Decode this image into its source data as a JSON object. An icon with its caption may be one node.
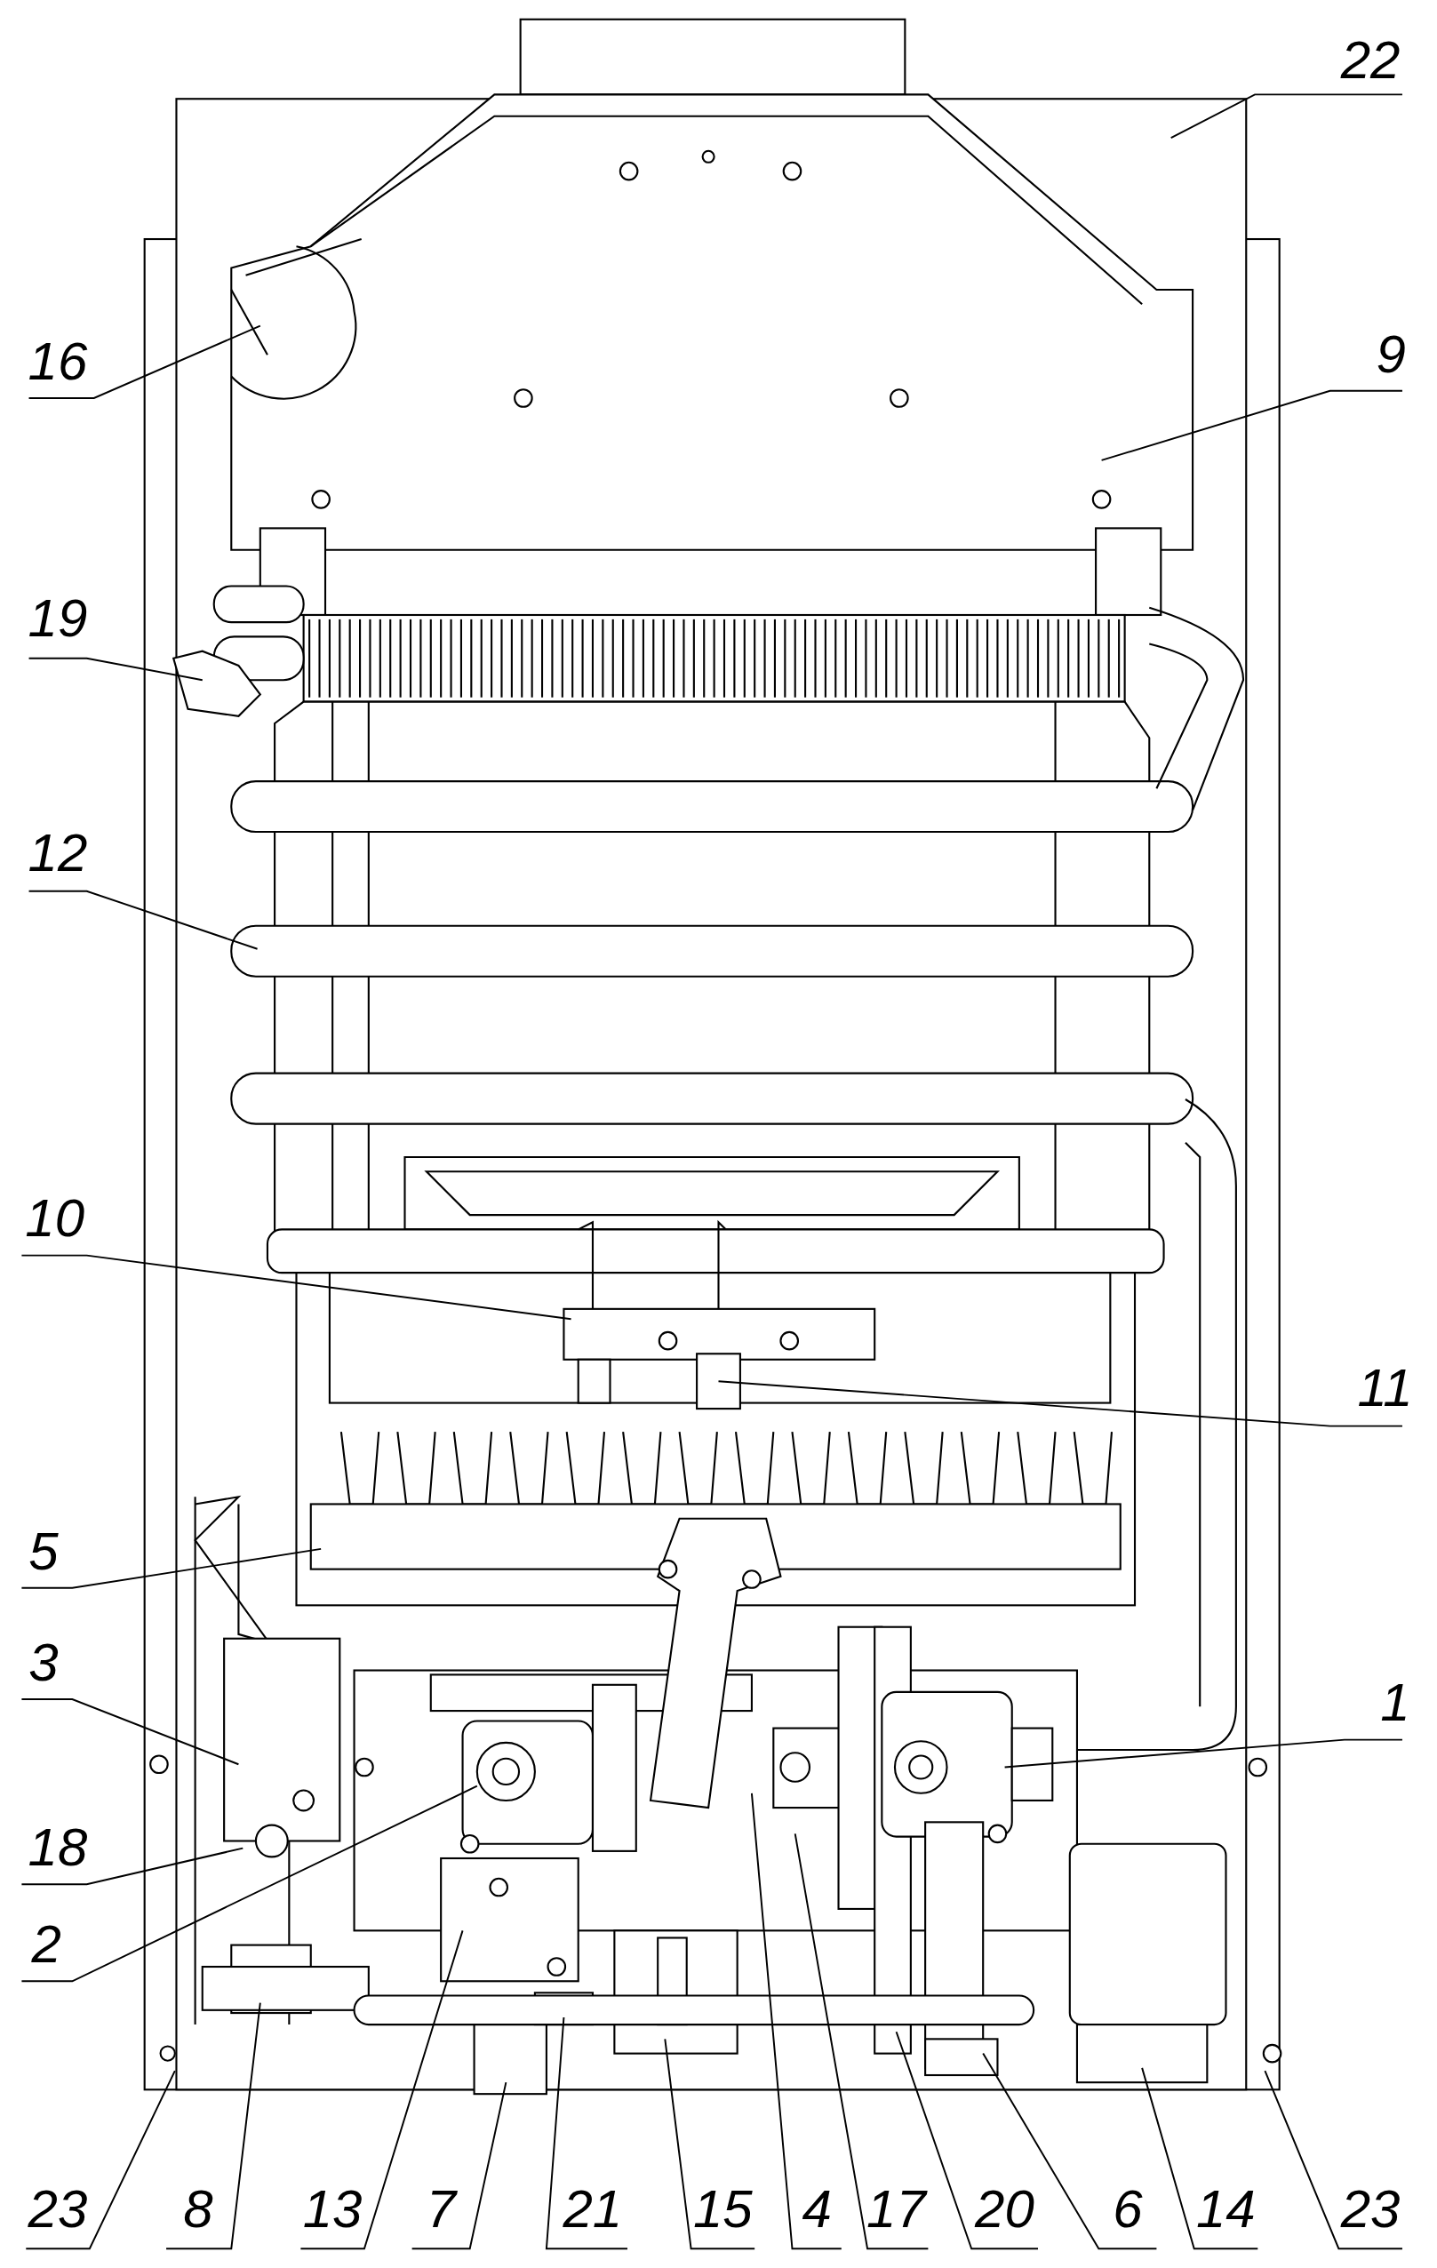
{
  "diagram": {
    "nodes": [
      {
        "text": [
          "22"
        ]
      },
      {
        "text": [
          "9"
        ]
      },
      {
        "text": [
          "16"
        ]
      },
      {
        "text": [
          "19"
        ]
      },
      {
        "text": [
          "12"
        ]
      },
      {
        "text": [
          "10"
        ]
      },
      {
        "text": [
          "11"
        ]
      },
      {
        "text": [
          "5"
        ]
      },
      {
        "text": [
          "3"
        ]
      },
      {
        "text": [
          "1"
        ]
      },
      {
        "text": [
          "18"
        ]
      },
      {
        "text": [
          "2"
        ]
      },
      {
        "text": [
          "23"
        ]
      },
      {
        "text": [
          "8"
        ]
      },
      {
        "text": [
          "13"
        ]
      },
      {
        "text": [
          "7"
        ]
      },
      {
        "text": [
          "21"
        ]
      },
      {
        "text": [
          "15"
        ]
      },
      {
        "text": [
          "4"
        ]
      },
      {
        "text": [
          "17"
        ]
      },
      {
        "text": [
          "20"
        ]
      },
      {
        "text": [
          "6"
        ]
      },
      {
        "text": [
          "14"
        ]
      },
      {
        "text": [
          "23"
        ]
      }
    ],
    "edges": [
      {
        "from": 0,
        "to": null,
        "arrow": "none"
      },
      {
        "from": 1,
        "to": null,
        "arrow": "none"
      },
      {
        "from": 2,
        "to": null,
        "arrow": "none"
      },
      {
        "from": 3,
        "to": null,
        "arrow": "none"
      },
      {
        "from": 4,
        "to": null,
        "arrow": "none"
      },
      {
        "from": 5,
        "to": null,
        "arrow": "none"
      },
      {
        "from": 6,
        "to": null,
        "arrow": "none"
      },
      {
        "from": 7,
        "to": null,
        "arrow": "none"
      },
      {
        "from": 8,
        "to": null,
        "arrow": "none"
      },
      {
        "from": 9,
        "to": null,
        "arrow": "none"
      },
      {
        "from": 10,
        "to": null,
        "arrow": "none"
      },
      {
        "from": 11,
        "to": null,
        "arrow": "none"
      },
      {
        "from": 12,
        "to": null,
        "arrow": "none"
      },
      {
        "from": 13,
        "to": null,
        "arrow": "none"
      },
      {
        "from": 14,
        "to": null,
        "arrow": "none"
      },
      {
        "from": 15,
        "to": null,
        "arrow": "none"
      },
      {
        "from": 16,
        "to": null,
        "arrow": "none"
      },
      {
        "from": 17,
        "to": null,
        "arrow": "none"
      },
      {
        "from": 18,
        "to": null,
        "arrow": "none"
      },
      {
        "from": 19,
        "to": null,
        "arrow": "none"
      },
      {
        "from": 20,
        "to": null,
        "arrow": "none"
      },
      {
        "from": 21,
        "to": null,
        "arrow": "none"
      },
      {
        "from": 22,
        "to": null,
        "arrow": "none"
      },
      {
        "from": 23,
        "to": null,
        "arrow": "none"
      }
    ]
  }
}
